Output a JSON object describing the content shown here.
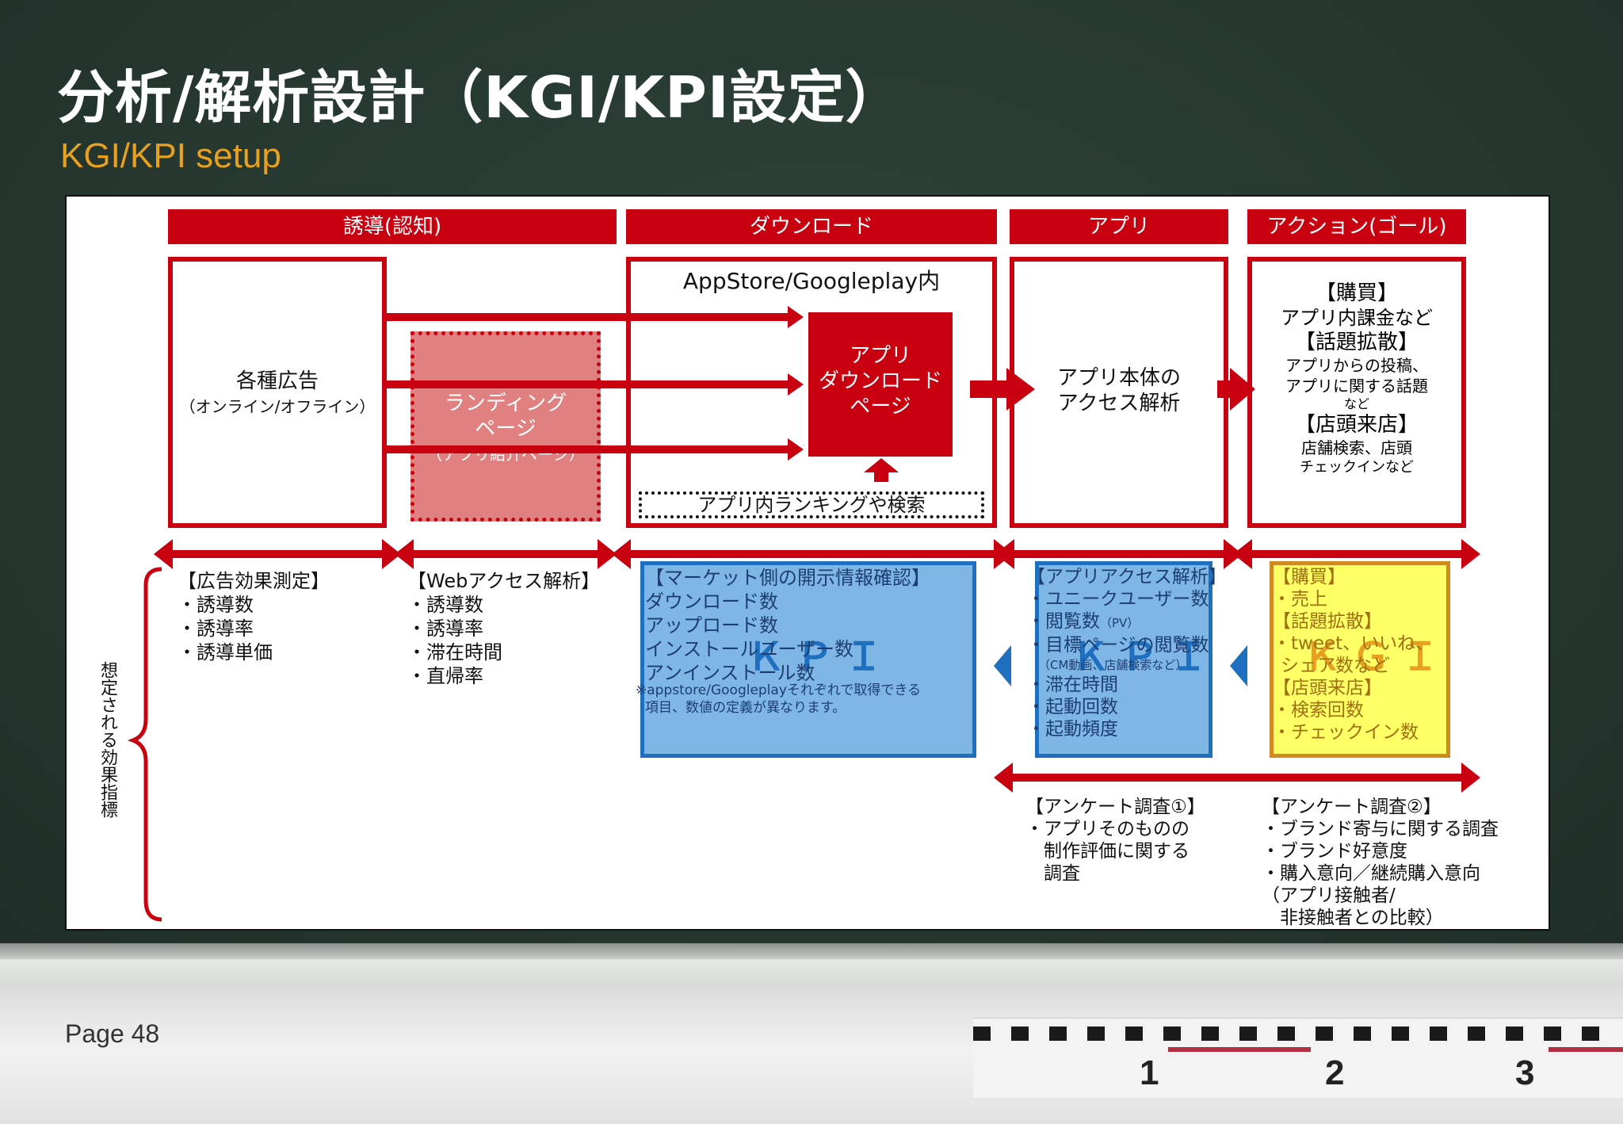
{
  "page": {
    "title": "分析/解析設計（KGI/KPI設定）",
    "subtitle": "KGI/KPI setup",
    "page_label": "Page 48",
    "ruler_numbers": [
      "1",
      "2",
      "3"
    ]
  },
  "colors": {
    "accent_red": "#c8000f",
    "kpi_blue": "#7eb6e6",
    "kgi_yellow": "#ffff66",
    "subtitle_orange": "#e8a020"
  },
  "headers": [
    "誘導(認知)",
    "ダウンロード",
    "アプリ",
    "アクション(ゴール)"
  ],
  "boxes": {
    "ads_title": "各種広告",
    "ads_sub": "（オンライン/オフライン）",
    "landing_title_1": "ランディング",
    "landing_title_2": "ページ",
    "landing_sub": "（アプリ紹介ページ）",
    "store_label": "AppStore/Googleplay内",
    "download_page_1": "アプリ",
    "download_page_2": "ダウンロード",
    "download_page_3": "ページ",
    "ranking": "アプリ内ランキングや検索",
    "app_line1": "アプリ本体の",
    "app_line2": "アクセス解析",
    "goal": [
      "【購買】",
      "アプリ内課金など",
      "【話題拡散】",
      "アプリからの投稿、",
      "アプリに関する話題",
      "など",
      "【店頭来店】",
      "店舗検索、店頭",
      "チェックインなど"
    ]
  },
  "side_label": "想定される効果指標",
  "metrics": {
    "ads": [
      "【広告効果測定】",
      "・誘導数",
      "・誘導率",
      "・誘導単価"
    ],
    "web": [
      "【Webアクセス解析】",
      "・誘導数",
      "・誘導率",
      "・滞在時間",
      "・直帰率"
    ],
    "market": [
      "【マーケット側の開示情報確認】",
      "ダウンロード数",
      "アップロード数",
      "インストールユーザー数",
      "アンインストール数"
    ],
    "market_note_1": "※appstore/Googleplayそれぞれで取得できる",
    "market_note_2": "項目、数値の定義が異なります。",
    "kpi_label": "ＫＰＩ",
    "app": [
      "【アプリアクセス解析】",
      "・ユニークユーザー数",
      "・閲覧数",
      "・目標ページの閲覧数",
      "（CM動画、店舗検索など）",
      "・滞在時間",
      "・起動回数",
      "・起動頻度"
    ],
    "app_pv": "（PV）",
    "kgi_label": "ＫＧＩ",
    "goal": [
      "【購買】",
      "・売上",
      "【話題拡散】",
      "・tweet、いいね、",
      "シェア数など",
      "【店頭来店】",
      "・検索回数",
      "・チェックイン数"
    ]
  },
  "surveys": {
    "survey1": [
      "【アンケート調査①】",
      "・アプリそのものの",
      "　制作評価に関する",
      "　調査"
    ],
    "survey2": [
      "【アンケート調査②】",
      "・ブランド寄与に関する調査",
      "・ブランド好意度",
      "・購入意向／継続購入意向",
      "（アプリ接触者/",
      "　非接触者との比較）"
    ]
  }
}
